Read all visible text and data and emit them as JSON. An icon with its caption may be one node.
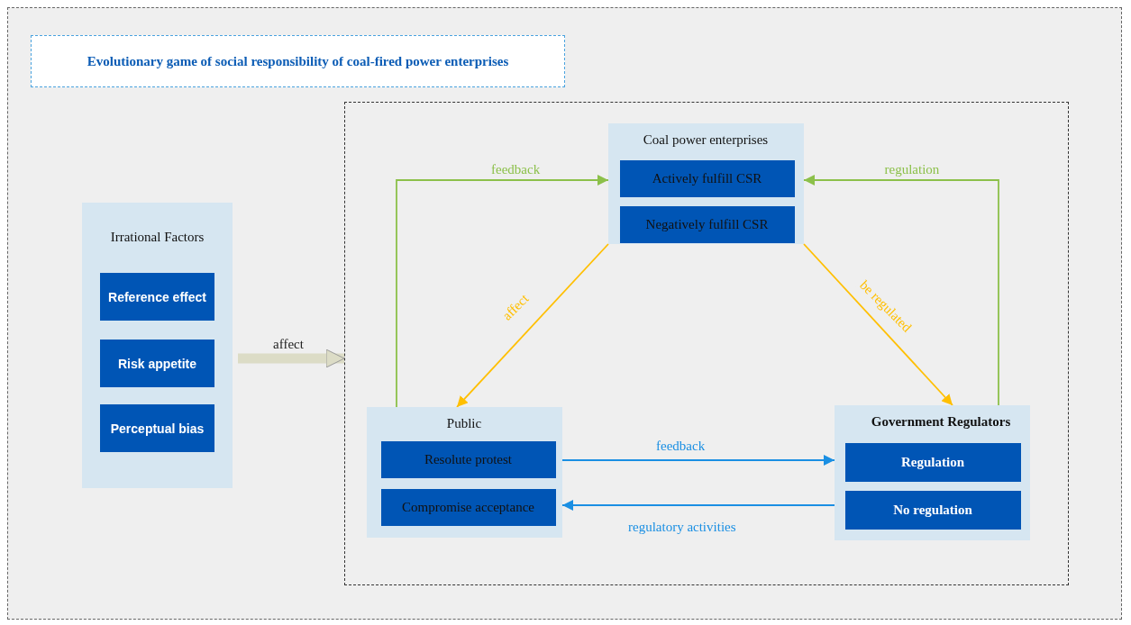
{
  "diagram": {
    "title": "Evolutionary game of social responsibility of coal-fired power enterprises",
    "nodes": [
      {
        "text": [
          "Irrational Factors"
        ]
      },
      {
        "text": [
          "Reference effect"
        ],
        "in": 0
      },
      {
        "text": [
          "Risk appetite"
        ],
        "in": 0
      },
      {
        "text": [
          "Perceptual bias"
        ],
        "in": 0
      },
      {
        "text": [],
        "shape": "box"
      },
      {
        "text": [
          "Coal power enterprises"
        ],
        "in": 4
      },
      {
        "text": [
          "Actively fulfill CSR"
        ],
        "in": 5
      },
      {
        "text": [
          "Negatively fulfill CSR"
        ],
        "in": 5
      },
      {
        "text": [
          "Public"
        ],
        "in": 4
      },
      {
        "text": [
          "Resolute protest"
        ],
        "in": 8
      },
      {
        "text": [
          "Compromise acceptance"
        ],
        "in": 8
      },
      {
        "text": [
          "Government Regulators"
        ],
        "in": 4
      },
      {
        "text": [
          "Regulation"
        ],
        "in": 11
      },
      {
        "text": [
          "No regulation"
        ],
        "in": 11
      }
    ],
    "edges": [
      {
        "from": 0,
        "to": 4,
        "arrow": "to",
        "label": "affect",
        "style": "thick",
        "color": "#dcdcc6"
      },
      {
        "from": 8,
        "to": 5,
        "arrow": "to",
        "label": "feedback",
        "color": "#8cc04a"
      },
      {
        "from": 11,
        "to": 5,
        "arrow": "to",
        "label": "regulation",
        "color": "#8cc04a"
      },
      {
        "from": 5,
        "to": 8,
        "arrow": "to",
        "label": "affect",
        "color": "#ffbf00"
      },
      {
        "from": 5,
        "to": 11,
        "arrow": "to",
        "label": "be regulated",
        "color": "#ffbf00"
      },
      {
        "from": 8,
        "to": 11,
        "arrow": "to",
        "label": "feedback",
        "color": "#1a8fe3"
      },
      {
        "from": 11,
        "to": 8,
        "arrow": "to",
        "label": "regulatory activities",
        "color": "#1a8fe3"
      }
    ]
  }
}
